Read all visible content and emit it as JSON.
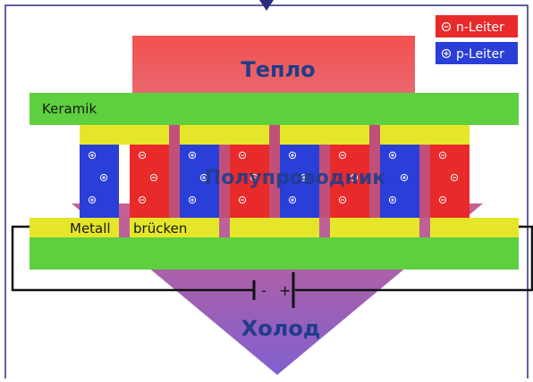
{
  "labels": {
    "heat": "Тепло",
    "ceramic": "Keramik",
    "semiconductor": "Полупроводник",
    "metal_bridges_1": "Metall",
    "metal_bridges_2": "brücken",
    "cold": "Холод",
    "battery_minus": "-",
    "battery_plus": "+"
  },
  "legend": {
    "items": [
      {
        "label": "n-Leiter",
        "symbol": "⊖"
      },
      {
        "label": "p-Leiter",
        "symbol": "⊕"
      }
    ]
  },
  "colors": {
    "heat_top": "#f45050",
    "heat_bottom": "#e8686e",
    "cold_top": "#c86090",
    "cold_bottom": "#8060d0",
    "ceramic": "#5ecf3e",
    "metal": "#e5e52a",
    "n_leg": "#e82a2a",
    "p_leg": "#2a3ed8",
    "connector": "#c0507a",
    "frame": "#2b2b80",
    "label_blue": "#1f3d8a"
  },
  "legs": [
    "p",
    "n",
    "p",
    "n",
    "p",
    "n",
    "p",
    "n"
  ]
}
